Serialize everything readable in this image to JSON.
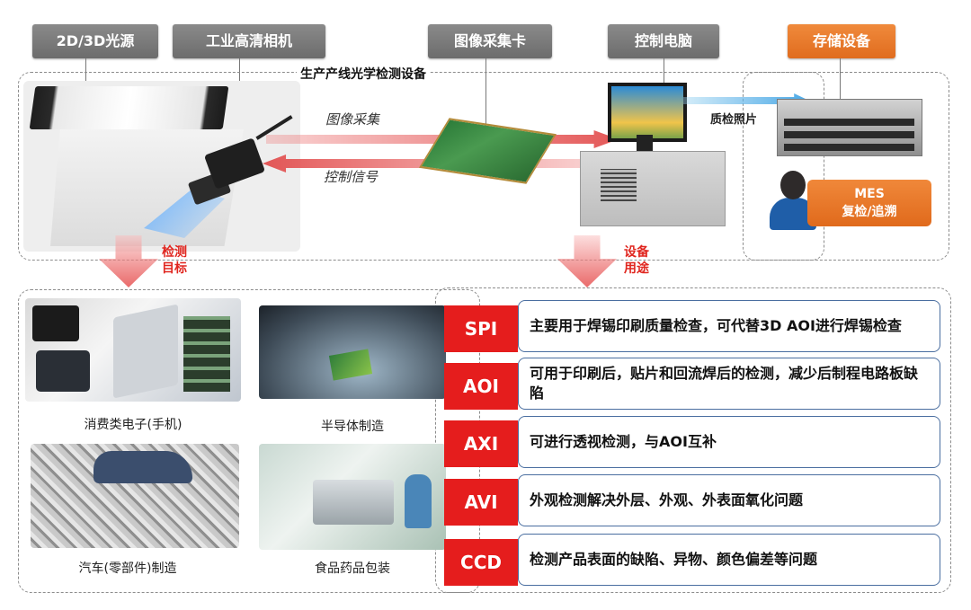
{
  "top_labels": {
    "light_source": "2D/3D光源",
    "camera": "工业高清相机",
    "capture_card": "图像采集卡",
    "control_pc": "控制电脑",
    "storage": "存储设备"
  },
  "equipment_group_title": "生产产线光学检测设备",
  "flows": {
    "image_capture": "图像采集",
    "control_signal": "控制信号",
    "quality_photos": "质检照片"
  },
  "mes": {
    "line1": "MES",
    "line2": "复检/追溯"
  },
  "down_labels": {
    "targets": "检测\n目标",
    "usage": "设备\n用途"
  },
  "applications": [
    {
      "label": "消费类电子(手机)"
    },
    {
      "label": "半导体制造"
    },
    {
      "label": "汽车(零部件)制造"
    },
    {
      "label": "食品药品包装"
    }
  ],
  "uses": [
    {
      "code": "SPI",
      "desc": "主要用于焊锡印刷质量检查，可代替3D AOI进行焊锡检查"
    },
    {
      "code": "AOI",
      "desc": "可用于印刷后，贴片和回流焊后的检测，减少后制程电路板缺陷"
    },
    {
      "code": "AXI",
      "desc": "可进行透视检测，与AOI互补"
    },
    {
      "code": "AVI",
      "desc": "外观检测解决外层、外观、外表面氧化问题"
    },
    {
      "code": "CCD",
      "desc": "检测产品表面的缺陷、异物、颜色偏差等问题"
    }
  ],
  "colors": {
    "accent_red": "#e51d1d",
    "orange": "#e8782a",
    "gray_tag": "#7a7a7a",
    "border_blue": "#4a6ea0"
  }
}
